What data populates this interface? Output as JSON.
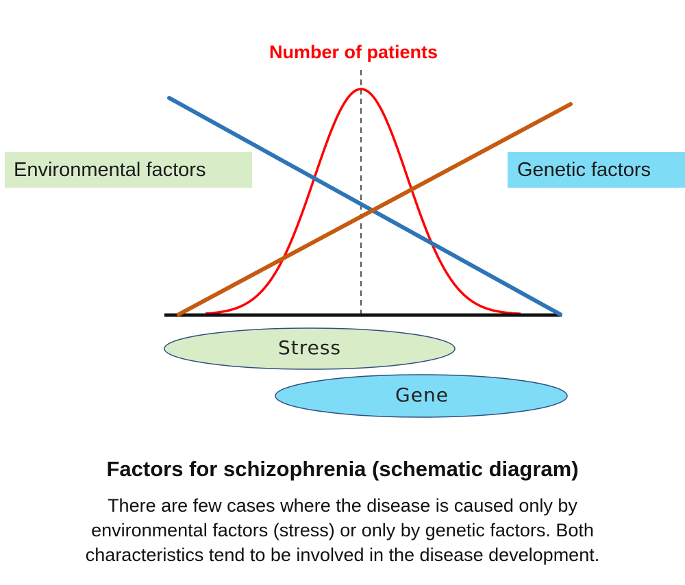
{
  "top_label": "Number of patients",
  "environmental_box": {
    "label": "Environmental factors",
    "color": "#d8ecc8"
  },
  "genetic_box": {
    "label": "Genetic factors",
    "color": "#7fdcf7"
  },
  "stress_ellipse": {
    "label": "Stress",
    "color": "#d8ecc8"
  },
  "gene_ellipse": {
    "label": "Gene",
    "color": "#7fdcf7"
  },
  "curve_color": "#ff0000",
  "environmental_line_color": "#2e75b6",
  "genetic_line_color": "#c55a11",
  "caption": {
    "title": "Factors for schizophrenia (schematic diagram)",
    "body": "There are few cases where the disease is caused only by environmental factors (stress) or only by genetic factors. Both characteristics tend to be involved in the disease development."
  }
}
